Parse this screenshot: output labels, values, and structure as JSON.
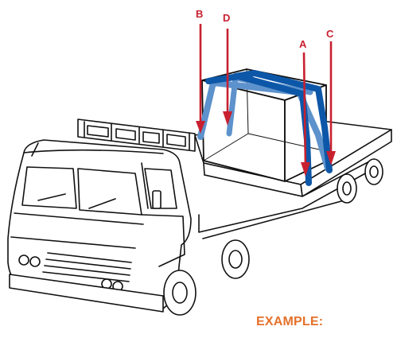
{
  "labels": {
    "a": "A",
    "b": "B",
    "c": "C",
    "d": "D"
  },
  "caption": "EXAMPLE:",
  "colors": {
    "arrow": "#c8202f",
    "strap_front": "#0d57a8",
    "strap_back": "#5d92cc",
    "outline": "#111111",
    "caption": "#e5712a"
  }
}
